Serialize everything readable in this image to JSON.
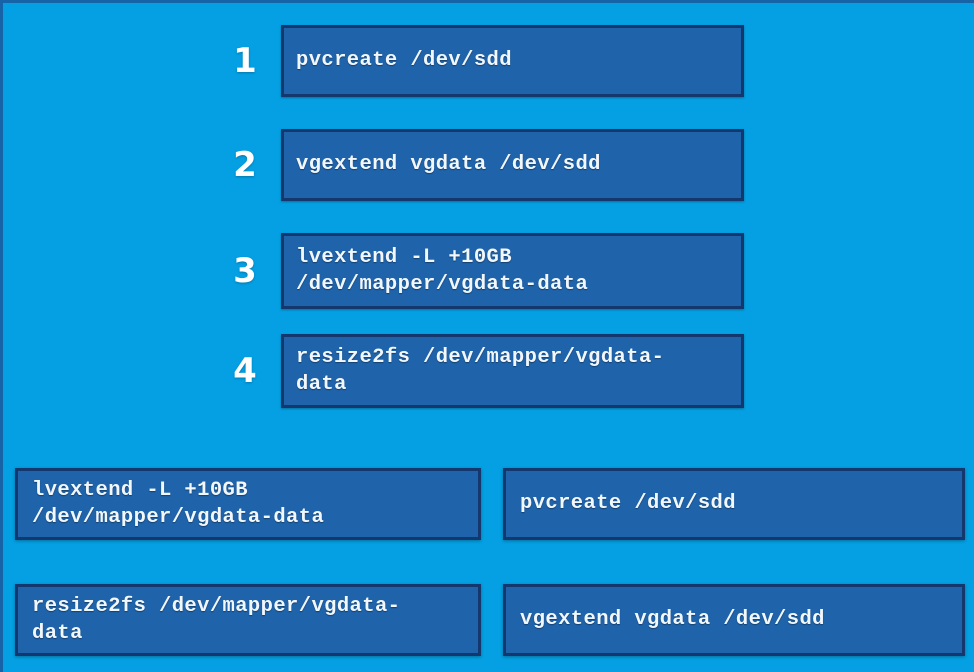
{
  "colors": {
    "background": "#04A0E3",
    "box_fill": "#1F63AA",
    "box_border": "#14386E",
    "text": "#F2F7FC",
    "number": "#FFFFFF"
  },
  "sequence_panel": {
    "slots": [
      {
        "number": "1",
        "command": "pvcreate /dev/sdd"
      },
      {
        "number": "2",
        "command": "vgextend vgdata /dev/sdd"
      },
      {
        "number": "3",
        "command": "lvextend -L +10GB\n/dev/mapper/vgdata-data"
      },
      {
        "number": "4",
        "command": "resize2fs /dev/mapper/vgdata-\ndata"
      }
    ]
  },
  "pool": {
    "items": [
      {
        "command": "lvextend -L +10GB\n/dev/mapper/vgdata-data"
      },
      {
        "command": "pvcreate /dev/sdd"
      },
      {
        "command": "resize2fs /dev/mapper/vgdata-\ndata"
      },
      {
        "command": "vgextend vgdata /dev/sdd"
      }
    ]
  }
}
